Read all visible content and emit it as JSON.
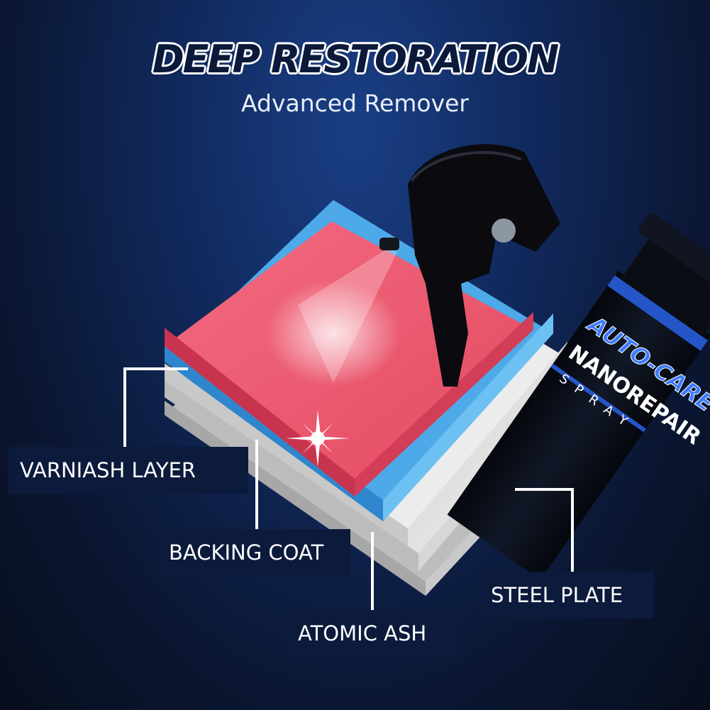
{
  "header": {
    "title": "DEEP RESTORATION",
    "subtitle": "Advanced Remover"
  },
  "layers": {
    "varnish": "VARNIASH LAYER",
    "backing": "BACKING COAT",
    "steel": "STEEL PLATE",
    "ash": "ATOMIC ASH"
  },
  "product": {
    "brand": "AUTO-CARE",
    "name": "NANOREPAIR",
    "type": "SPRAY"
  },
  "colors": {
    "background": "#0c1d45",
    "varnish": "#e24d66",
    "backing": "#4ea9e8",
    "steel": "#d9d9d9",
    "label_bg": "#0c1a3c"
  }
}
